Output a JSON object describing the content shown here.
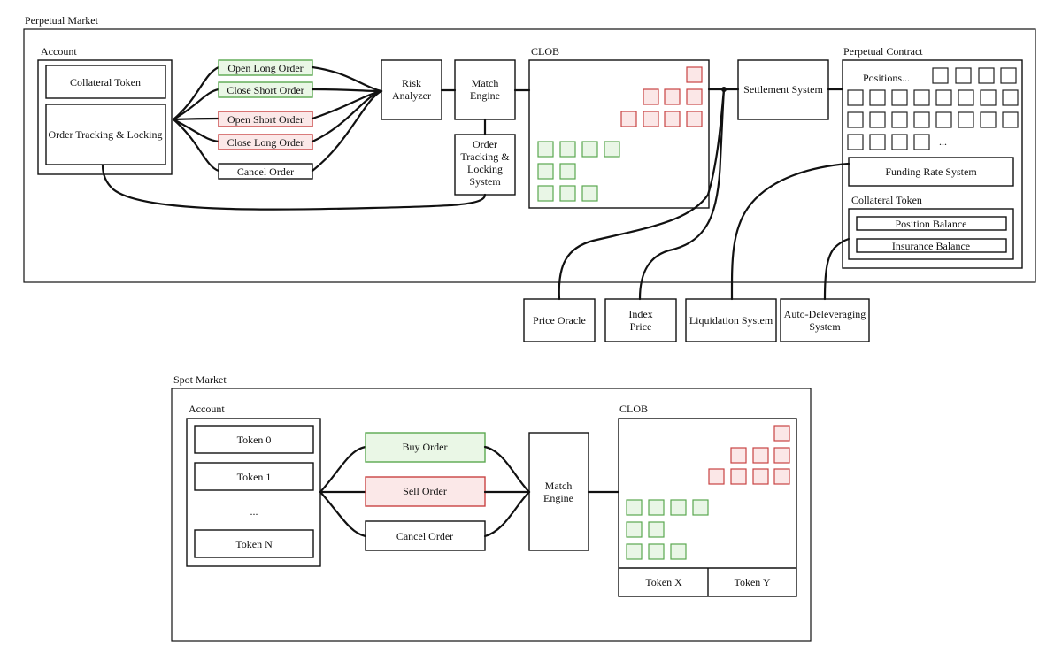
{
  "perpetual": {
    "title": "Perpetual Market",
    "account": {
      "title": "Account",
      "collateral_token": "Collateral Token",
      "order_tracking": "Order Tracking & Locking"
    },
    "orders": {
      "open_long": "Open Long Order",
      "close_short": "Close Short Order",
      "open_short": "Open Short Order",
      "close_long": "Close Long Order",
      "cancel": "Cancel Order"
    },
    "risk_analyzer": [
      "Risk",
      "Analyzer"
    ],
    "match_engine": [
      "Match",
      "Engine"
    ],
    "order_tracking_system": [
      "Order",
      "Tracking &",
      "Locking",
      "System"
    ],
    "clob": {
      "title": "CLOB"
    },
    "settlement": "Settlement System",
    "contract": {
      "title": "Perpetual Contract",
      "positions": "Positions...",
      "ellipsis": "...",
      "funding_rate": "Funding Rate System",
      "collateral_token": "Collateral Token",
      "position_balance": "Position Balance",
      "insurance_balance": "Insurance Balance"
    },
    "external": {
      "price_oracle": "Price Oracle",
      "index_price": [
        "Index",
        "Price"
      ],
      "liquidation": "Liquidation System",
      "auto_deleveraging": [
        "Auto-Deleveraging",
        "System"
      ]
    }
  },
  "spot": {
    "title": "Spot Market",
    "account": {
      "title": "Account",
      "tokens": [
        "Token 0",
        "Token 1",
        "...",
        "Token N"
      ]
    },
    "orders": {
      "buy": "Buy Order",
      "sell": "Sell Order",
      "cancel": "Cancel Order"
    },
    "match_engine": [
      "Match",
      "Engine"
    ],
    "clob": {
      "title": "CLOB",
      "token_x": "Token X",
      "token_y": "Token Y"
    }
  },
  "colors": {
    "buy_green": "#5aa84f",
    "sell_red": "#c94343",
    "ink": "#111111"
  }
}
